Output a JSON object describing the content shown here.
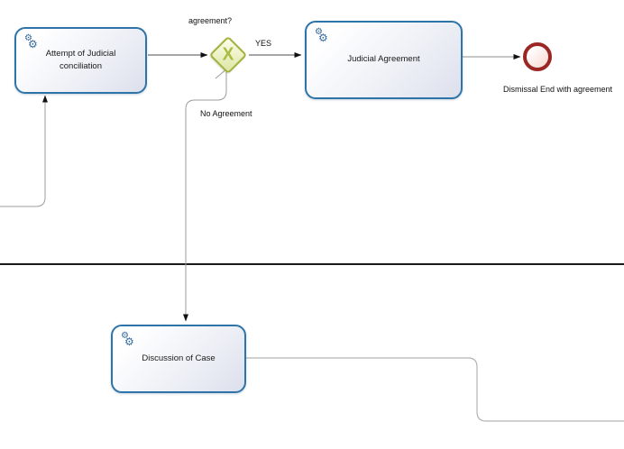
{
  "tasks": [
    {
      "label": "Attempt of Judicial conciliation",
      "type": "service-task",
      "icon": "gears-icon"
    },
    {
      "label": "Judicial Agreement",
      "type": "service-task",
      "icon": "gears-icon"
    },
    {
      "label": "Discussion of Case",
      "type": "service-task",
      "icon": "gears-icon"
    }
  ],
  "gateway": {
    "marker": "X",
    "type": "exclusive-gateway"
  },
  "flow_labels": {
    "gateway_question": "agreement?",
    "yes": "YES",
    "no_agreement": "No Agreement"
  },
  "end_event": {
    "label": "Dismissal End with agreement"
  },
  "icons": {
    "gear_glyph": "⚙"
  },
  "colors": {
    "task_border": "#2e74a8",
    "task_fill": "#dce0ec",
    "gateway_border": "#a3b13c",
    "gateway_fill": "#dfe8aa",
    "gateway_marker": "#a9bd42",
    "end_event_border": "#9b2724",
    "end_event_fill": "#f8d8cf",
    "flow_dark": "#4d4d4d",
    "flow_light": "#9e9e9e",
    "divider": "#1a1a1a",
    "icon_blue": "#33699e"
  }
}
